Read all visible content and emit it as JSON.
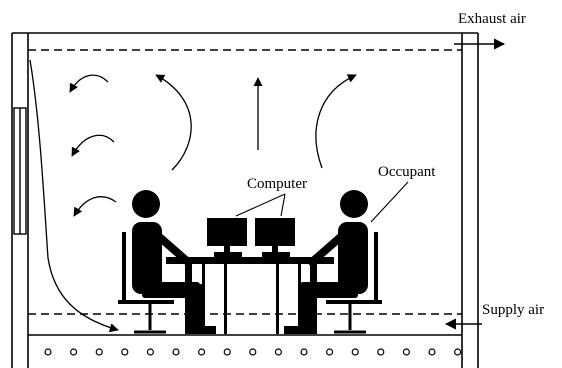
{
  "labels": {
    "exhaust_air": "Exhaust air",
    "supply_air": "Supply air",
    "computer": "Computer",
    "occupant": "Occupant"
  },
  "colors": {
    "ink": "#000000",
    "background": "#ffffff"
  }
}
